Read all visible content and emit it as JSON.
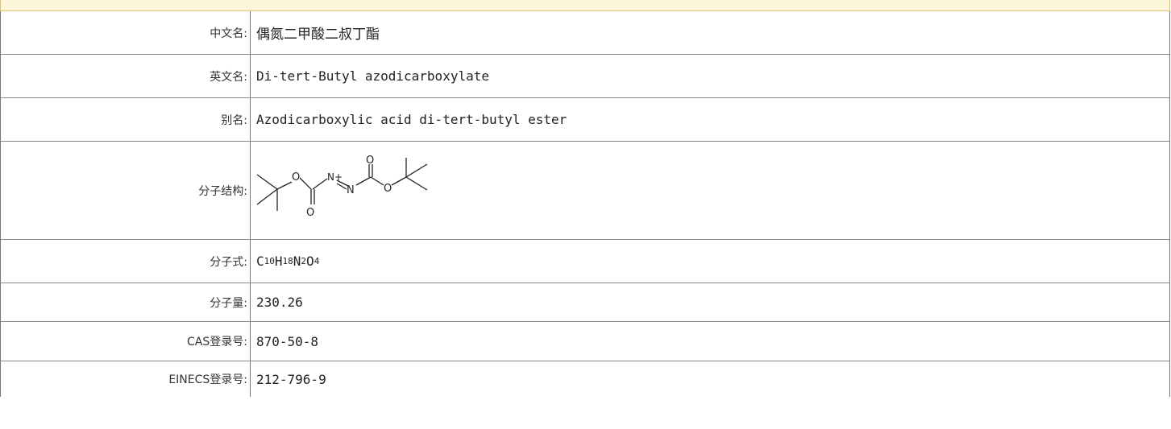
{
  "rows": [
    {
      "label": "中文名:",
      "value": "偶氮二甲酸二叔丁酯"
    },
    {
      "label": "英文名:",
      "value": "Di-tert-Butyl azodicarboxylate"
    },
    {
      "label": "别名:",
      "value": "Azodicarboxylic acid di-tert-butyl ester"
    },
    {
      "label": "分子结构:"
    },
    {
      "label": "分子式:",
      "formula": [
        {
          "el": "C",
          "n": "10"
        },
        {
          "el": "H",
          "n": "18"
        },
        {
          "el": "N",
          "n": "2"
        },
        {
          "el": "O",
          "n": "4"
        }
      ]
    },
    {
      "label": "分子量:",
      "value": "230.26"
    },
    {
      "label": "CAS登录号:",
      "value": "870-50-8"
    },
    {
      "label": "EINECS登录号:",
      "value": "212-796-9"
    }
  ],
  "structure": {
    "atom_o": "O",
    "atom_n_plus": "N+",
    "atom_n": "N"
  }
}
